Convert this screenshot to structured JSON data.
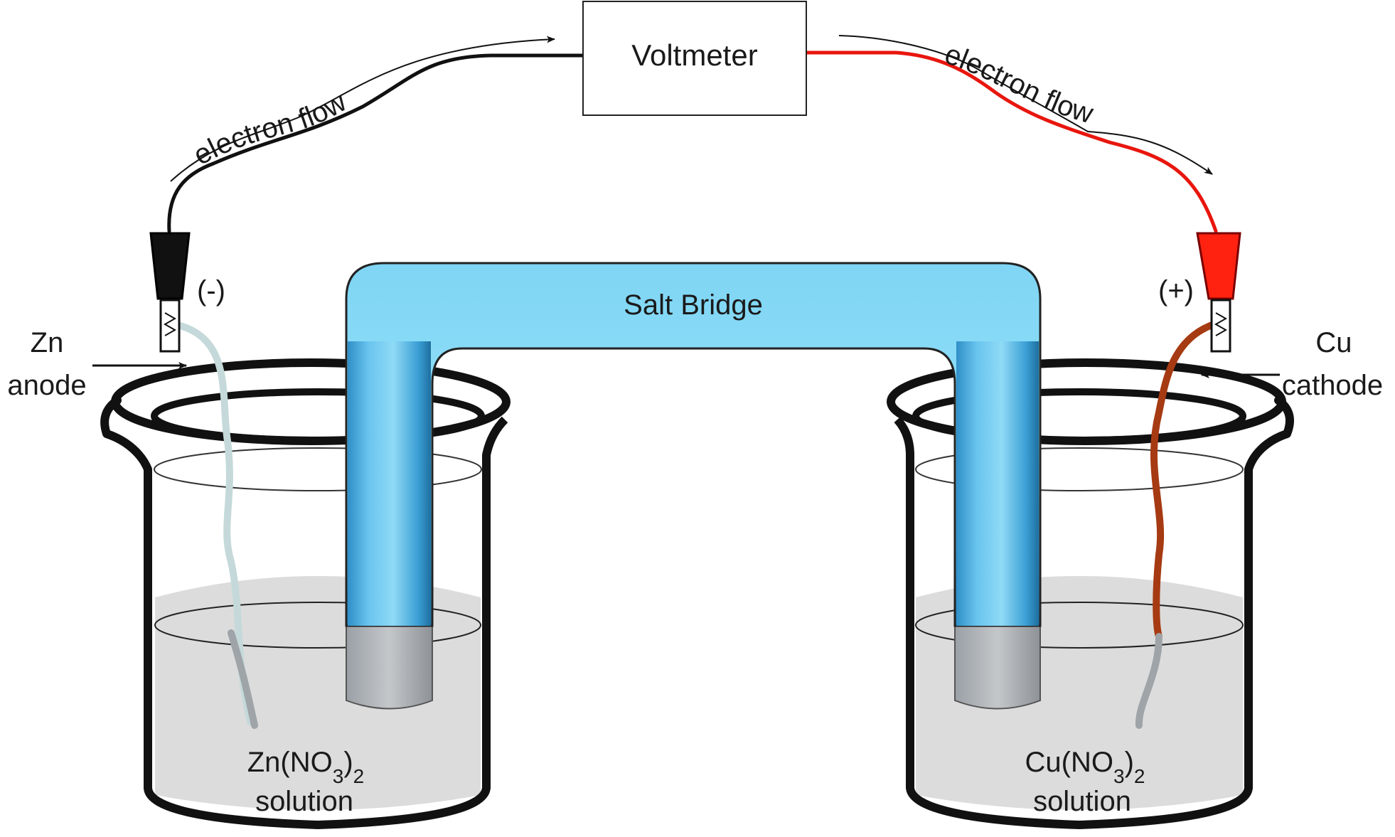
{
  "voltmeter": {
    "label": "Voltmeter"
  },
  "salt_bridge": {
    "label": "Salt Bridge",
    "color": "#6fd0f2"
  },
  "left_wire": {
    "flow_label": "electron flow",
    "color": "#111111"
  },
  "right_wire": {
    "flow_label": "electron flow",
    "color": "#e8160e"
  },
  "anode": {
    "polarity": "(-)",
    "metal": "Zn",
    "role": "anode",
    "electrode_color": "#c5d9da"
  },
  "cathode": {
    "polarity": "(+)",
    "metal": "Cu",
    "role": "cathode",
    "electrode_color": "#a63a12"
  },
  "left_beaker": {
    "solution_prefix": "Zn(NO",
    "subscript_1": "3",
    "mid": ")",
    "subscript_2": "2",
    "solution_word": "solution"
  },
  "right_beaker": {
    "solution_prefix": "Cu(NO",
    "subscript_1": "3",
    "mid": ")",
    "subscript_2": "2",
    "solution_word": "solution"
  }
}
